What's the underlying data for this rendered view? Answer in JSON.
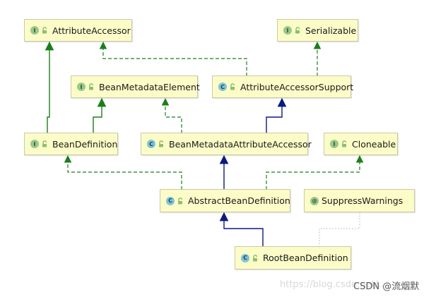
{
  "nodes": {
    "attribute_accessor": {
      "kind": "I",
      "label": "AttributeAccessor"
    },
    "serializable": {
      "kind": "I",
      "label": "Serializable"
    },
    "bean_metadata_element": {
      "kind": "I",
      "label": "BeanMetadataElement"
    },
    "attribute_accessor_support": {
      "kind": "C",
      "label": "AttributeAccessorSupport"
    },
    "bean_definition": {
      "kind": "I",
      "label": "BeanDefinition"
    },
    "bean_metadata_attribute_accessor": {
      "kind": "C",
      "label": "BeanMetadataAttributeAccessor"
    },
    "cloneable": {
      "kind": "I",
      "label": "Cloneable"
    },
    "abstract_bean_definition": {
      "kind": "C",
      "label": "AbstractBeanDefinition"
    },
    "suppress_warnings": {
      "kind": "@",
      "label": "SuppressWarnings"
    },
    "root_bean_definition": {
      "kind": "C",
      "label": "RootBeanDefinition"
    }
  },
  "edges": [
    {
      "from": "attribute_accessor_support",
      "to": "attribute_accessor",
      "type": "implements"
    },
    {
      "from": "attribute_accessor_support",
      "to": "serializable",
      "type": "implements"
    },
    {
      "from": "bean_definition",
      "to": "attribute_accessor",
      "type": "extends-interface"
    },
    {
      "from": "bean_definition",
      "to": "bean_metadata_element",
      "type": "extends-interface"
    },
    {
      "from": "bean_metadata_attribute_accessor",
      "to": "bean_metadata_element",
      "type": "implements"
    },
    {
      "from": "bean_metadata_attribute_accessor",
      "to": "attribute_accessor_support",
      "type": "extends"
    },
    {
      "from": "abstract_bean_definition",
      "to": "bean_definition",
      "type": "implements"
    },
    {
      "from": "abstract_bean_definition",
      "to": "bean_metadata_attribute_accessor",
      "type": "extends"
    },
    {
      "from": "abstract_bean_definition",
      "to": "cloneable",
      "type": "implements"
    },
    {
      "from": "root_bean_definition",
      "to": "abstract_bean_definition",
      "type": "extends"
    },
    {
      "from": "root_bean_definition",
      "to": "suppress_warnings",
      "type": "annotated"
    }
  ],
  "colors": {
    "interface_edge": "#1a7f1a",
    "class_edge": "#0a1a80",
    "annotation_edge": "#b0b0b0",
    "node_fill": "#fcfcc8",
    "node_border": "#c9c9a6"
  },
  "watermark": {
    "url": "https://blog.csdn.net/...",
    "author": "CSDN @流烟默"
  }
}
